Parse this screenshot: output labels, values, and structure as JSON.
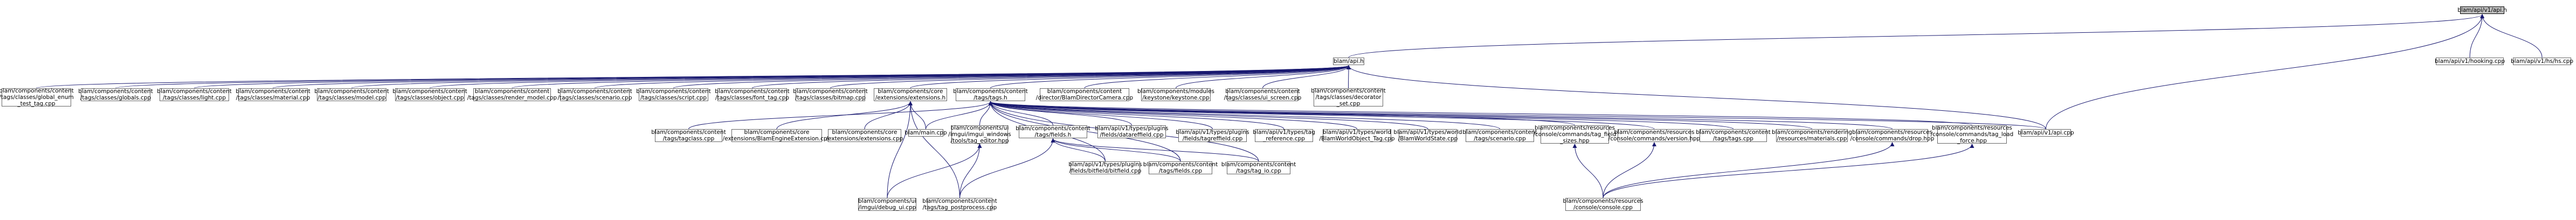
{
  "colors": {
    "edge": "#191970",
    "node_border": "#666666",
    "root_fill": "#bfbfbf",
    "background": "#ffffff"
  },
  "nodes": [
    {
      "id": "n_api_v1_api",
      "label": "blam/api/v1/api.h",
      "root": true
    },
    {
      "id": "n_api",
      "label": "blam/api.h"
    },
    {
      "id": "n_hooking",
      "label": "blam/api/v1/hooking.cpp"
    },
    {
      "id": "n_hs",
      "label": "blam/api/v1/hs/hs.cpp"
    },
    {
      "id": "n_global_enum",
      "label": "blam/components/content\n/tags/classes/global_enum\n_test_tag.cpp"
    },
    {
      "id": "n_globals",
      "label": "blam/components/content\n/tags/classes/globals.cpp"
    },
    {
      "id": "n_light",
      "label": "blam/components/content\n/tags/classes/light.cpp"
    },
    {
      "id": "n_material",
      "label": "blam/components/content\n/tags/classes/material.cpp"
    },
    {
      "id": "n_model",
      "label": "blam/components/content\n/tags/classes/model.cpp"
    },
    {
      "id": "n_object",
      "label": "blam/components/content\n/tags/classes/object.cpp"
    },
    {
      "id": "n_render_model",
      "label": "blam/components/content\n/tags/classes/render_model.cpp"
    },
    {
      "id": "n_scenario_cls",
      "label": "blam/components/content\n/tags/classes/scenario.cpp"
    },
    {
      "id": "n_script",
      "label": "blam/components/content\n/tags/classes/script.cpp"
    },
    {
      "id": "n_font_tag",
      "label": "blam/components/content\n/tags/classes/font_tag.cpp"
    },
    {
      "id": "n_bitmap",
      "label": "blam/components/content\n/tags/classes/bitmap.cpp"
    },
    {
      "id": "n_extensions_h",
      "label": "blam/components/core\n/extensions/extensions.h"
    },
    {
      "id": "n_tags_h",
      "label": "blam/components/content\n/tags/tags.h"
    },
    {
      "id": "n_director",
      "label": "blam/components/content\n/director/BlamDirectorCamera.cpp"
    },
    {
      "id": "n_keystone",
      "label": "blam/components/modules\n/keystone/keystone.cpp"
    },
    {
      "id": "n_ui_screen",
      "label": "blam/components/content\n/tags/classes/ui_screen.cpp"
    },
    {
      "id": "n_decorator",
      "label": "blam/components/content\n/tags/classes/decorator\n_set.cpp"
    },
    {
      "id": "n_tagclass",
      "label": "blam/components/content\n/tags/tagclass.cpp"
    },
    {
      "id": "n_engine_ext",
      "label": "blam/components/core\n/extensions/BlamEngineExtension.cpp"
    },
    {
      "id": "n_extensions_cpp",
      "label": "blam/components/core\n/extensions/extensions.cpp"
    },
    {
      "id": "n_main",
      "label": "blam/main.cpp"
    },
    {
      "id": "n_tag_editor",
      "label": "blam/components/ui\n/imgui/imgui_windows\n/tools/tag_editor.hpp"
    },
    {
      "id": "n_fields_h",
      "label": "blam/components/content\n/tags/fields.h"
    },
    {
      "id": "n_datareffield",
      "label": "blam/api/v1/types/plugins\n/fields/datareffield.cpp"
    },
    {
      "id": "n_tagreffield",
      "label": "blam/api/v1/types/plugins\n/fields/tagreffield.cpp"
    },
    {
      "id": "n_tag_reference",
      "label": "blam/api/v1/types/tag\n_reference.cpp"
    },
    {
      "id": "n_world_obj_tag",
      "label": "blam/api/v1/types/world\n/BlamWorldObject_Tag.cpp"
    },
    {
      "id": "n_world_state",
      "label": "blam/api/v1/types/world\n/BlamWorldState.cpp"
    },
    {
      "id": "n_scenario_tags",
      "label": "blam/components/content\n/tags/scenario.cpp"
    },
    {
      "id": "n_tag_field_sizes",
      "label": "blam/components/resources\n/console/commands/tag_field\n_sizes.hpp"
    },
    {
      "id": "n_version",
      "label": "blam/components/resources\n/console/commands/version.hpp"
    },
    {
      "id": "n_tags_cpp",
      "label": "blam/components/content\n/tags/tags.cpp"
    },
    {
      "id": "n_materials_cpp",
      "label": "blam/components/rendering\n/resources/materials.cpp"
    },
    {
      "id": "n_drop",
      "label": "blam/components/resources\n/console/commands/drop.hpp"
    },
    {
      "id": "n_tag_load_force",
      "label": "blam/components/resources\n/console/commands/tag_load\n_force.hpp"
    },
    {
      "id": "n_api_cpp",
      "label": "blam/api/v1/api.cpp"
    },
    {
      "id": "n_bitfield",
      "label": "blam/api/v1/types/plugins\n/fields/bitfield/bitfield.cpp"
    },
    {
      "id": "n_fields_cpp",
      "label": "blam/components/content\n/tags/fields.cpp"
    },
    {
      "id": "n_tag_io",
      "label": "blam/components/content\n/tags/tag_io.cpp"
    },
    {
      "id": "n_debug_ui",
      "label": "blam/components/ui\n/imgui/debug_ui.cpp"
    },
    {
      "id": "n_postprocess",
      "label": "blam/components/content\n/tags/tag_postprocess.cpp"
    },
    {
      "id": "n_console_cpp",
      "label": "blam/components/resources\n/console/console.cpp"
    }
  ],
  "edges": [
    [
      "n_api",
      "n_api_v1_api"
    ],
    [
      "n_hooking",
      "n_api_v1_api"
    ],
    [
      "n_hs",
      "n_api_v1_api"
    ],
    [
      "n_api_cpp",
      "n_api_v1_api"
    ],
    [
      "n_global_enum",
      "n_api"
    ],
    [
      "n_globals",
      "n_api"
    ],
    [
      "n_light",
      "n_api"
    ],
    [
      "n_material",
      "n_api"
    ],
    [
      "n_model",
      "n_api"
    ],
    [
      "n_object",
      "n_api"
    ],
    [
      "n_render_model",
      "n_api"
    ],
    [
      "n_scenario_cls",
      "n_api"
    ],
    [
      "n_script",
      "n_api"
    ],
    [
      "n_font_tag",
      "n_api"
    ],
    [
      "n_bitmap",
      "n_api"
    ],
    [
      "n_extensions_h",
      "n_api"
    ],
    [
      "n_tags_h",
      "n_api"
    ],
    [
      "n_director",
      "n_api"
    ],
    [
      "n_keystone",
      "n_api"
    ],
    [
      "n_ui_screen",
      "n_api"
    ],
    [
      "n_decorator",
      "n_api"
    ],
    [
      "n_api_cpp",
      "n_api"
    ],
    [
      "n_engine_ext",
      "n_extensions_h"
    ],
    [
      "n_extensions_cpp",
      "n_extensions_h"
    ],
    [
      "n_main",
      "n_extensions_h"
    ],
    [
      "n_debug_ui",
      "n_extensions_h"
    ],
    [
      "n_postprocess",
      "n_extensions_h"
    ],
    [
      "n_tagclass",
      "n_tags_h"
    ],
    [
      "n_main",
      "n_tags_h"
    ],
    [
      "n_tag_editor",
      "n_tags_h"
    ],
    [
      "n_fields_h",
      "n_tags_h"
    ],
    [
      "n_datareffield",
      "n_tags_h"
    ],
    [
      "n_tagreffield",
      "n_tags_h"
    ],
    [
      "n_tag_reference",
      "n_tags_h"
    ],
    [
      "n_world_obj_tag",
      "n_tags_h"
    ],
    [
      "n_world_state",
      "n_tags_h"
    ],
    [
      "n_scenario_tags",
      "n_tags_h"
    ],
    [
      "n_tag_field_sizes",
      "n_tags_h"
    ],
    [
      "n_version",
      "n_tags_h"
    ],
    [
      "n_tags_cpp",
      "n_tags_h"
    ],
    [
      "n_materials_cpp",
      "n_tags_h"
    ],
    [
      "n_drop",
      "n_tags_h"
    ],
    [
      "n_tag_load_force",
      "n_tags_h"
    ],
    [
      "n_api_cpp",
      "n_tags_h"
    ],
    [
      "n_bitfield",
      "n_tags_h"
    ],
    [
      "n_tag_io",
      "n_tags_h"
    ],
    [
      "n_fields_cpp",
      "n_tags_h"
    ],
    [
      "n_debug_ui",
      "n_tag_editor"
    ],
    [
      "n_postprocess",
      "n_tag_editor"
    ],
    [
      "n_postprocess",
      "n_fields_h"
    ],
    [
      "n_bitfield",
      "n_fields_h"
    ],
    [
      "n_fields_cpp",
      "n_fields_h"
    ],
    [
      "n_tag_io",
      "n_fields_h"
    ],
    [
      "n_console_cpp",
      "n_tag_field_sizes"
    ],
    [
      "n_console_cpp",
      "n_version"
    ],
    [
      "n_console_cpp",
      "n_drop"
    ],
    [
      "n_console_cpp",
      "n_tag_load_force"
    ]
  ]
}
